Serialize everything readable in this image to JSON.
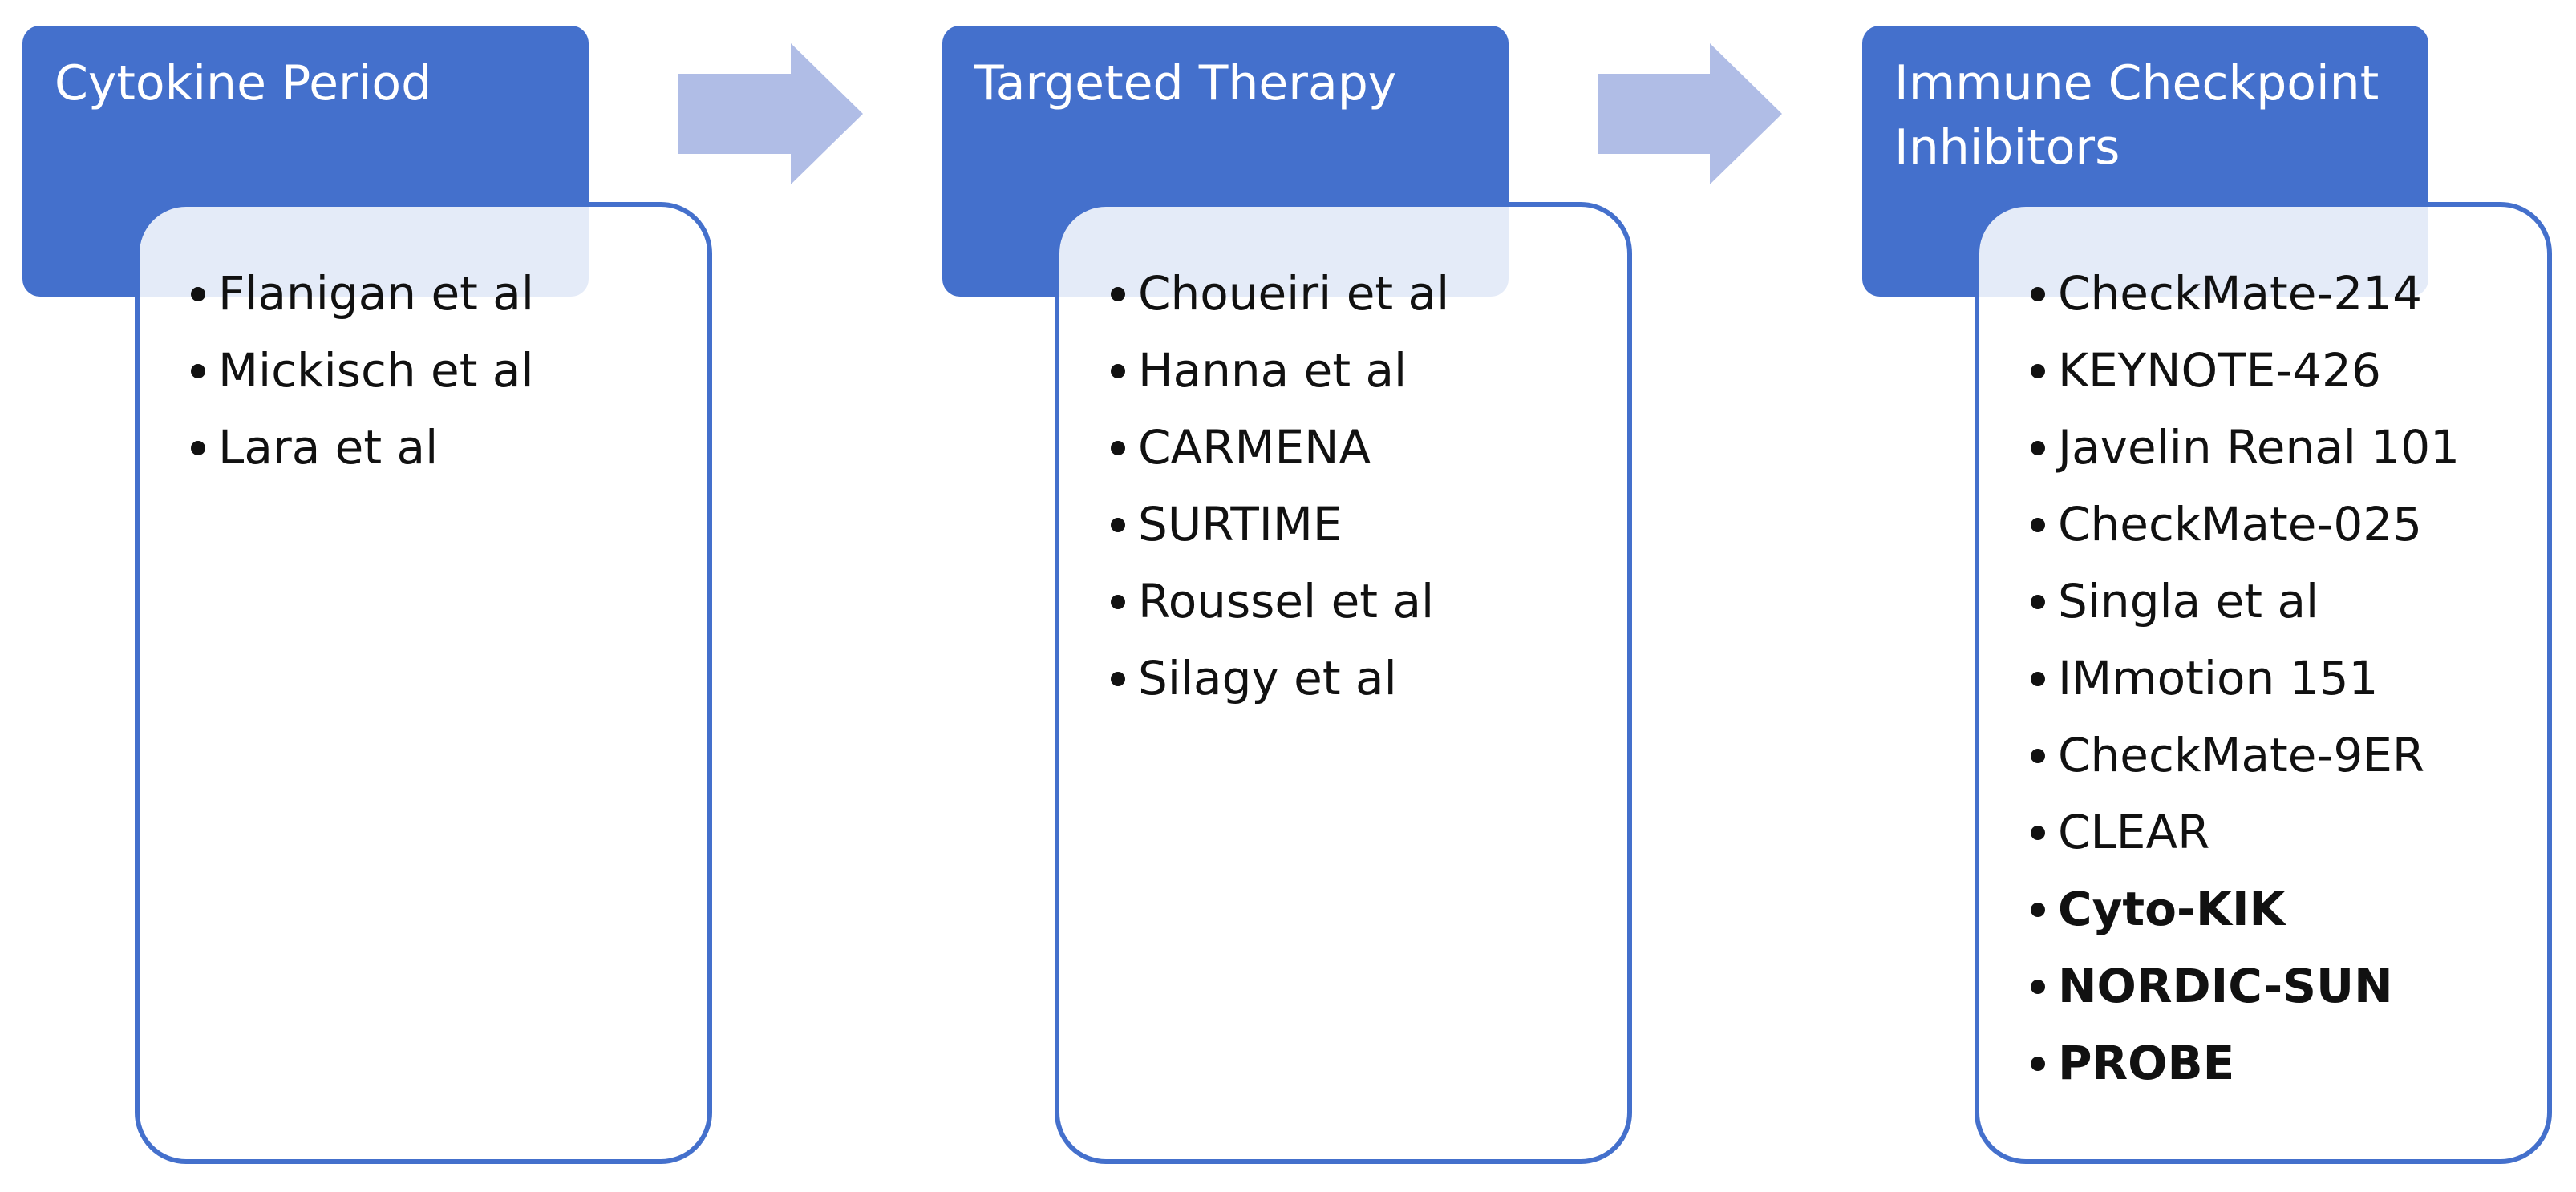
{
  "stages": [
    {
      "title": "Cytokine Period",
      "items": [
        {
          "text": "Flanigan et al",
          "bold": false
        },
        {
          "text": "Mickisch et al",
          "bold": false
        },
        {
          "text": "Lara et al",
          "bold": false
        }
      ]
    },
    {
      "title": "Targeted Therapy",
      "items": [
        {
          "text": "Choueiri et al",
          "bold": false
        },
        {
          "text": "Hanna et al",
          "bold": false
        },
        {
          "text": "CARMENA",
          "bold": false
        },
        {
          "text": "SURTIME",
          "bold": false
        },
        {
          "text": "Roussel et al",
          "bold": false
        },
        {
          "text": "Silagy et al",
          "bold": false
        }
      ]
    },
    {
      "title": "Immune Checkpoint Inhibitors",
      "items": [
        {
          "text": "CheckMate-214",
          "bold": false
        },
        {
          "text": "KEYNOTE-426",
          "bold": false
        },
        {
          "text": "Javelin Renal 101",
          "bold": false
        },
        {
          "text": "CheckMate-025",
          "bold": false
        },
        {
          "text": "Singla et al",
          "bold": false
        },
        {
          "text": "IMmotion 151",
          "bold": false
        },
        {
          "text": "CheckMate-9ER",
          "bold": false
        },
        {
          "text": "CLEAR",
          "bold": false
        },
        {
          "text": "Cyto-KIK",
          "bold": true
        },
        {
          "text": "NORDIC-SUN",
          "bold": true
        },
        {
          "text": "PROBE",
          "bold": true
        }
      ]
    }
  ],
  "colors": {
    "header": "#4470cc",
    "card_border": "#4470cc",
    "arrow": "#b0bde6"
  }
}
